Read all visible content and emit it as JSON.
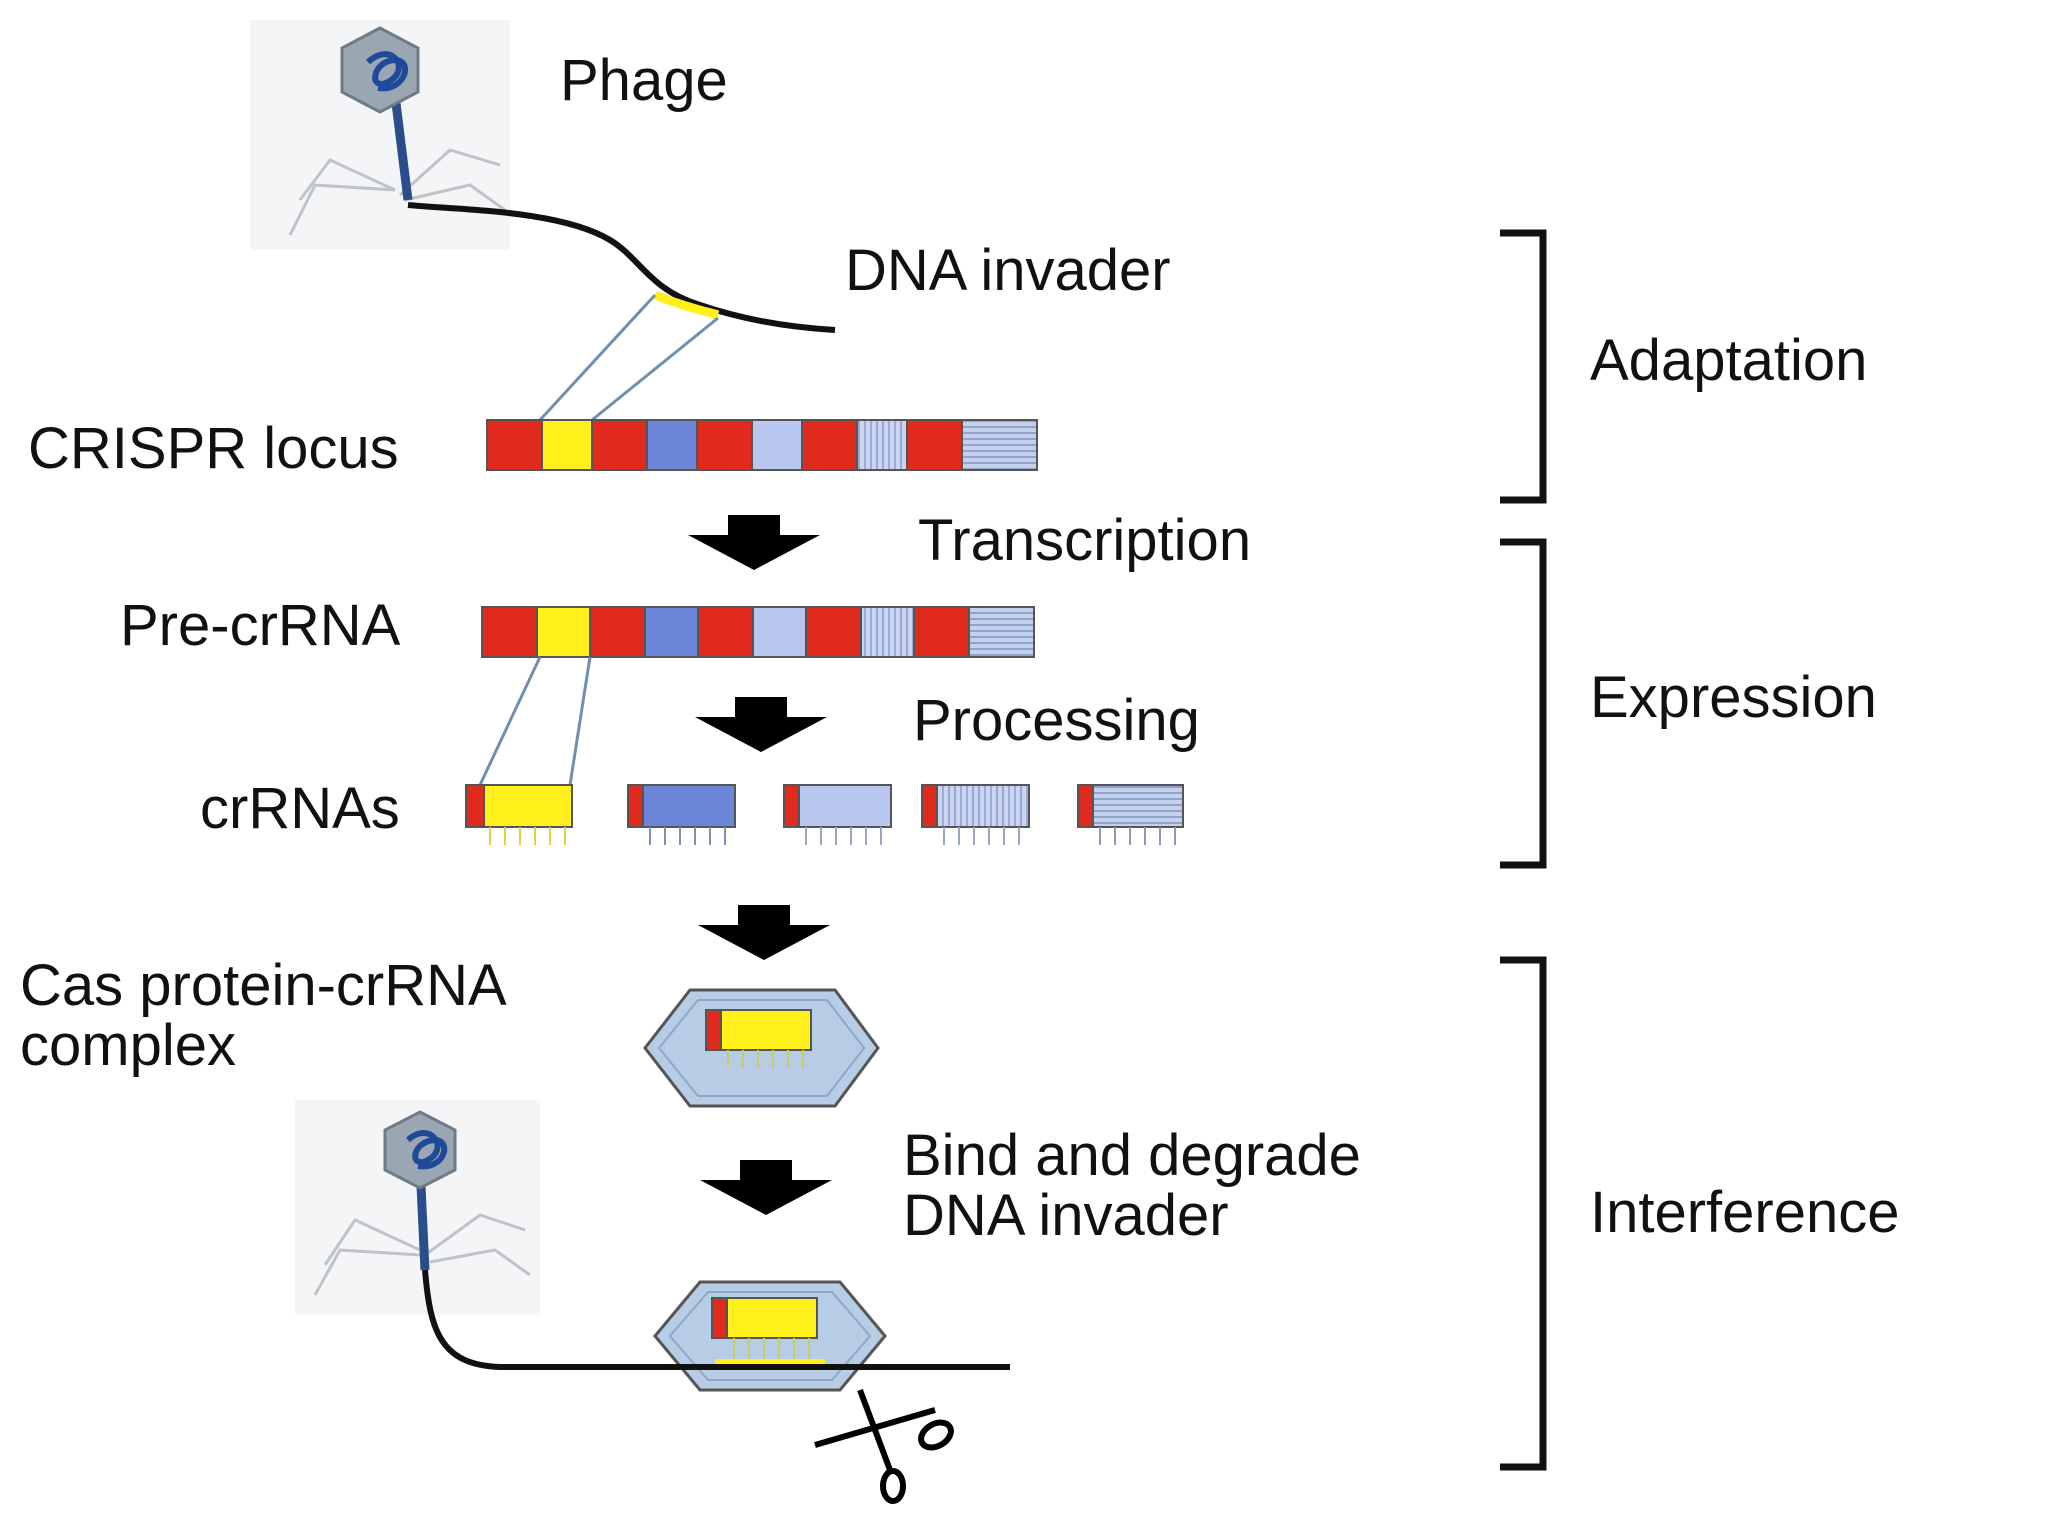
{
  "labels": {
    "phage": "Phage",
    "dna_invader": "DNA invader",
    "crispr_locus": "CRISPR locus",
    "transcription": "Transcription",
    "pre_crrna": "Pre-crRNA",
    "processing": "Processing",
    "crrnas": "crRNAs",
    "cas_line1": "Cas protein-crRNA",
    "cas_line2": "complex",
    "bind_line1": "Bind and degrade",
    "bind_line2": "DNA invader"
  },
  "stages": {
    "adaptation": "Adaptation",
    "expression": "Expression",
    "interference": "Interference"
  },
  "colors": {
    "repeat": "#e02a1e",
    "spacer_yellow": "#ffef1a",
    "spacer_blue": "#6b86d8",
    "spacer_light": "#b9c6ee",
    "spacer_stripe": "#c9d3f0",
    "spacer_hatched": "#a6b6d6",
    "dna": "#111111",
    "link_line": "#6f8fae",
    "phage_blue": "#2a4e8c",
    "complex_fill": "#b7cde6",
    "arrow": "#000000"
  },
  "icons": [
    "phage-icon",
    "down-arrow-icon",
    "cas-complex-icon",
    "scissors-icon",
    "bracket-icon"
  ]
}
